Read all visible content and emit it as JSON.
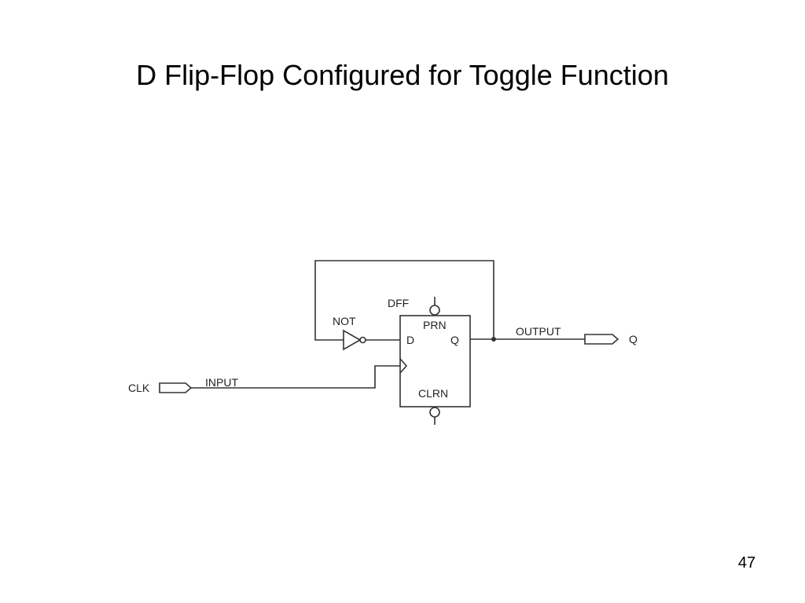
{
  "slide": {
    "title": "D Flip-Flop Configured for Toggle Function",
    "page_number": "47"
  },
  "circuit": {
    "flipflop": {
      "type_label": "DFF",
      "preset_pin": "PRN",
      "clear_pin": "CLRN",
      "data_pin": "D",
      "output_pin": "Q"
    },
    "inverter": {
      "label": "NOT"
    },
    "input_port": {
      "label": "INPUT",
      "signal": "CLK"
    },
    "output_port": {
      "label": "OUTPUT",
      "signal": "Q"
    }
  }
}
